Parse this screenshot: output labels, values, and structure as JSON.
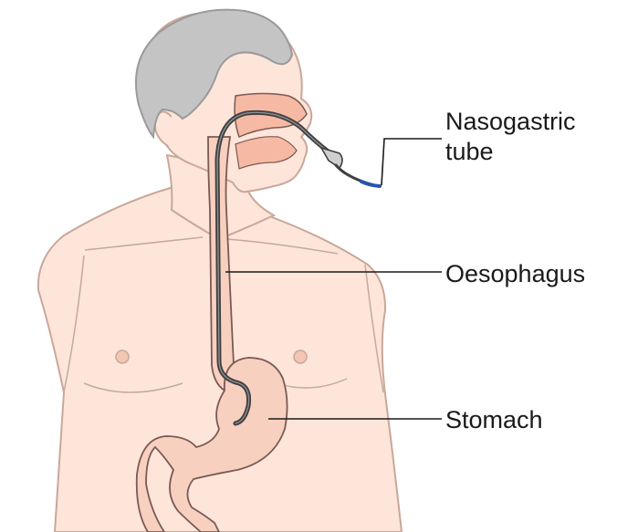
{
  "labels": {
    "nasogastric_tube_line1": "Nasogastric",
    "nasogastric_tube_line2": "tube",
    "oesophagus": "Oesophagus",
    "stomach": "Stomach"
  },
  "colors": {
    "skin": "#fde5da",
    "skin_outline": "#c9a79a",
    "hair": "#c4c4c4",
    "hair_outline": "#9a9a9a",
    "organ": "#f8d0c0",
    "organ_outline": "#7a5a52",
    "tube": "#3f3f3f",
    "tube_tip": "#2456b0",
    "leader_line": "#1a1a1a"
  }
}
